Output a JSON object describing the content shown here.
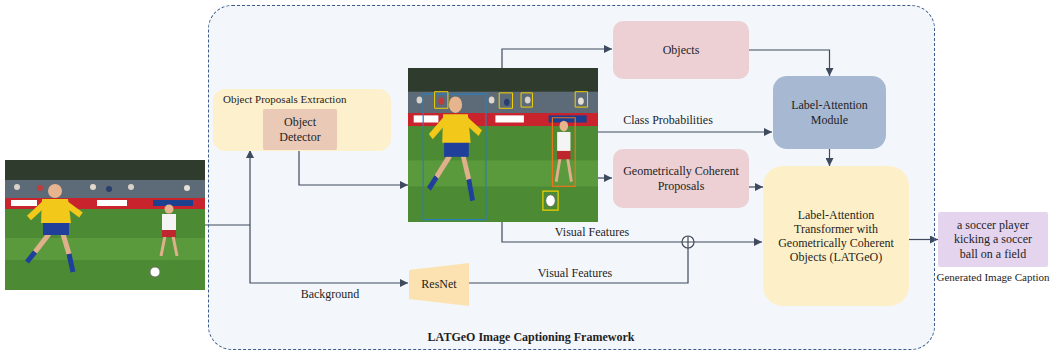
{
  "diagram": {
    "nodes": [
      {
        "text": [
          "LATGeO Image Captioning Framework"
        ]
      },
      {
        "text": [
          "Object Proposals Extraction"
        ],
        "in": 0
      },
      {
        "text": [
          "Object Detector"
        ],
        "in": 1
      },
      {
        "text": [
          "Objects"
        ],
        "in": 0
      },
      {
        "text": [
          "Label-Attention Module"
        ],
        "in": 0
      },
      {
        "text": [
          "Geometrically Coherent Proposals"
        ],
        "in": 0
      },
      {
        "text": [
          "Label-Attention Transformer with Geometrically Coherent Objects (LATGeO)"
        ],
        "in": 0
      },
      {
        "text": [
          "ResNet"
        ],
        "in": 0
      },
      {
        "text": [
          "a soccer player kicking a soccer ball on a field",
          "Generated Image Caption"
        ]
      }
    ],
    "edges": [
      {
        "from": 3,
        "to": 4,
        "arrow": "to"
      },
      {
        "from": 4,
        "to": 6,
        "arrow": "to"
      },
      {
        "from": 5,
        "to": 6,
        "arrow": "to"
      },
      {
        "from": 6,
        "to": 8,
        "arrow": "to"
      }
    ],
    "labels": [
      "Class Probabilities",
      "Visual Features",
      "Visual Features",
      "Background"
    ]
  }
}
